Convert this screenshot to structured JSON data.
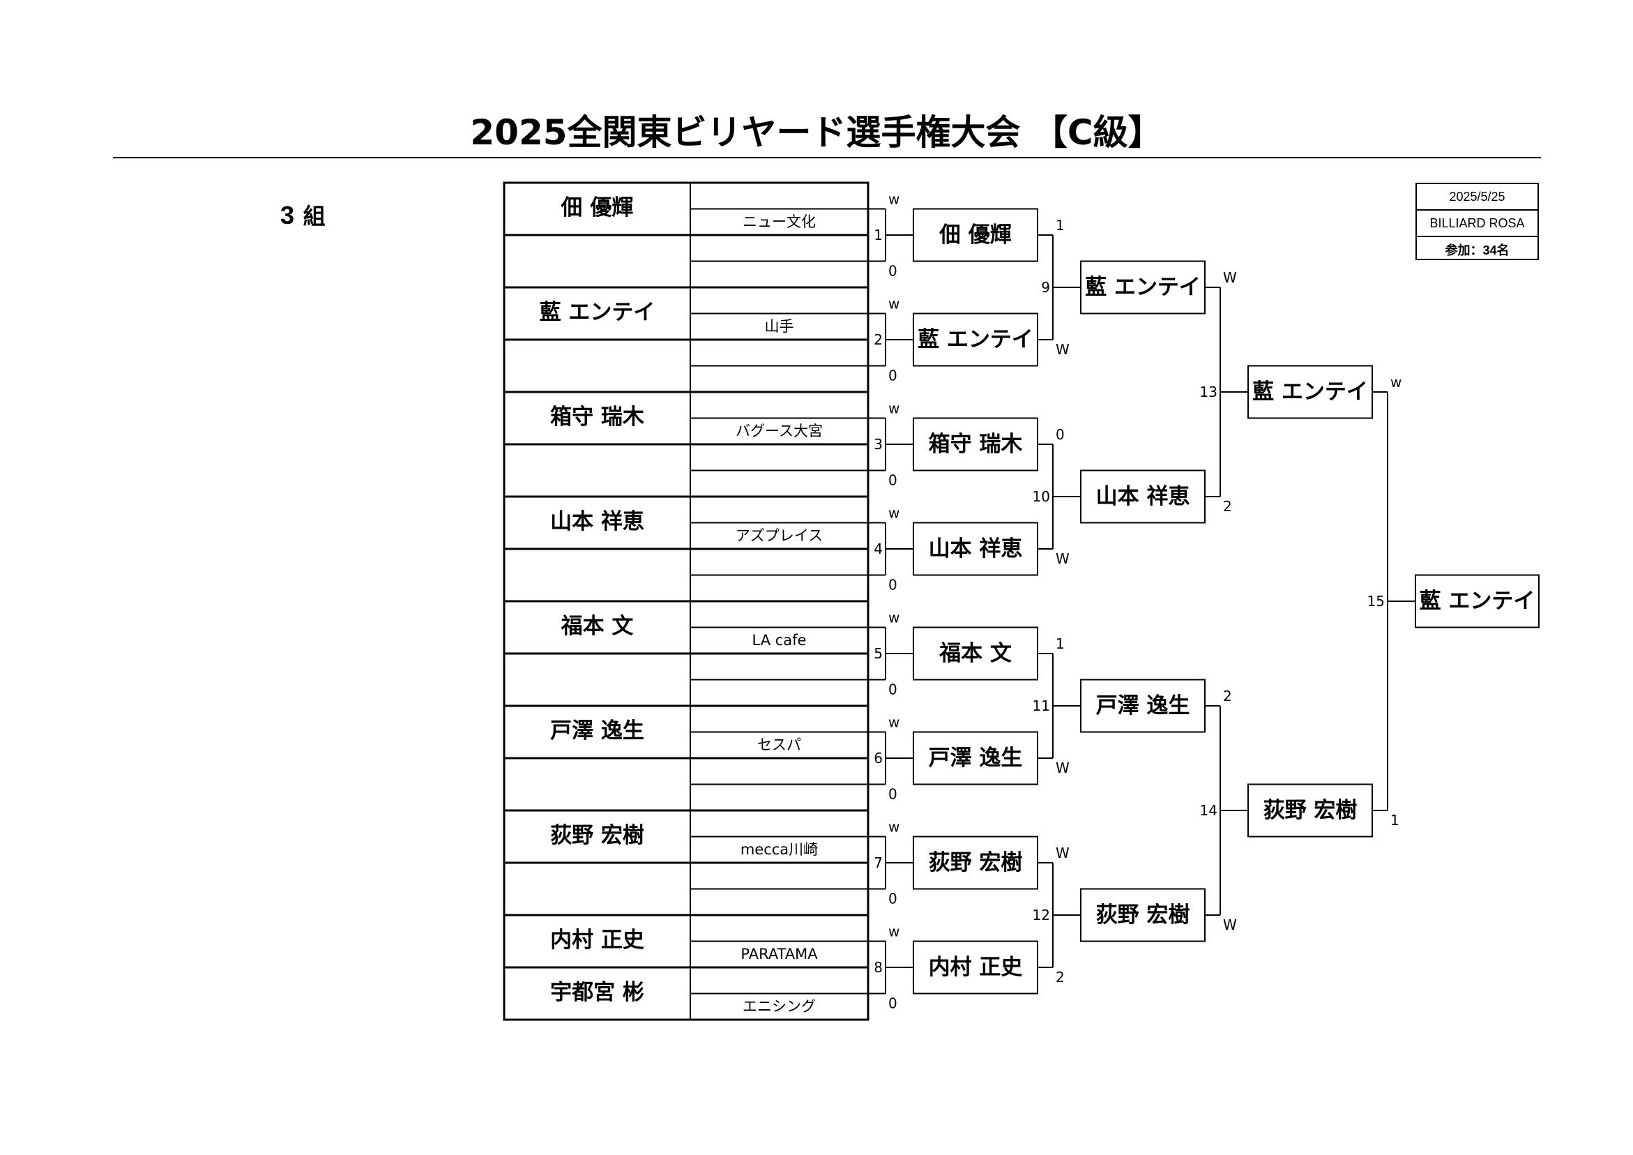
{
  "title": "2025全関東ビリヤード選手権大会 【C級】",
  "group": {
    "number": "3",
    "unit": "組"
  },
  "info": {
    "date": "2025/5/25",
    "venue": "BILLIARD ROSA",
    "participants": "参加：34名"
  },
  "entries": [
    {
      "name": "佃 優輝",
      "club": "ニュー文化"
    },
    {
      "name": "",
      "club": ""
    },
    {
      "name": "藍 エンテイ",
      "club": "山手"
    },
    {
      "name": "",
      "club": ""
    },
    {
      "name": "箱守 瑞木",
      "club": "バグース大宮"
    },
    {
      "name": "",
      "club": ""
    },
    {
      "name": "山本 祥恵",
      "club": "アズプレイス"
    },
    {
      "name": "",
      "club": ""
    },
    {
      "name": "福本 文",
      "club": "LA cafe"
    },
    {
      "name": "",
      "club": ""
    },
    {
      "name": "戸澤 逸生",
      "club": "セスパ"
    },
    {
      "name": "",
      "club": ""
    },
    {
      "name": "荻野 宏樹",
      "club": "mecca川崎"
    },
    {
      "name": "",
      "club": ""
    },
    {
      "name": "内村 正史",
      "club": "PARATAMA"
    },
    {
      "name": "宇都宮 彬",
      "club": "エニシング"
    }
  ],
  "round1": [
    {
      "match": "1",
      "winner": "佃 優輝",
      "top_score": "w",
      "bottom_score": "0"
    },
    {
      "match": "2",
      "winner": "藍 エンテイ",
      "top_score": "w",
      "bottom_score": "0"
    },
    {
      "match": "3",
      "winner": "箱守 瑞木",
      "top_score": "w",
      "bottom_score": "0"
    },
    {
      "match": "4",
      "winner": "山本 祥恵",
      "top_score": "w",
      "bottom_score": "0"
    },
    {
      "match": "5",
      "winner": "福本 文",
      "top_score": "w",
      "bottom_score": "0"
    },
    {
      "match": "6",
      "winner": "戸澤 逸生",
      "top_score": "w",
      "bottom_score": "0"
    },
    {
      "match": "7",
      "winner": "荻野 宏樹",
      "top_score": "w",
      "bottom_score": "0"
    },
    {
      "match": "8",
      "winner": "内村 正史",
      "top_score": "w",
      "bottom_score": "0"
    }
  ],
  "round2": [
    {
      "match": "9",
      "winner": "藍 エンテイ",
      "top_score": "1",
      "bottom_score": "W"
    },
    {
      "match": "10",
      "winner": "山本 祥恵",
      "top_score": "0",
      "bottom_score": "W"
    },
    {
      "match": "11",
      "winner": "戸澤 逸生",
      "top_score": "1",
      "bottom_score": "W"
    },
    {
      "match": "12",
      "winner": "荻野 宏樹",
      "top_score": "W",
      "bottom_score": "2"
    }
  ],
  "round3": [
    {
      "match": "13",
      "winner": "藍 エンテイ",
      "top_score": "W",
      "bottom_score": "2"
    },
    {
      "match": "14",
      "winner": "荻野 宏樹",
      "top_score": "2",
      "bottom_score": "W"
    }
  ],
  "round4": [
    {
      "match": "15",
      "winner": "藍 エンテイ",
      "top_score": "w",
      "bottom_score": "1"
    }
  ]
}
